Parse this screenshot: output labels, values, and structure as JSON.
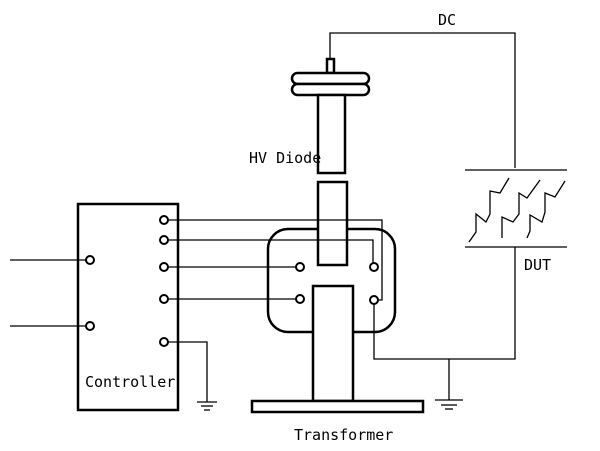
{
  "diagram": {
    "title": "",
    "labels": {
      "dc": "DC",
      "hv_diode": "HV Diode",
      "dut": "DUT",
      "controller": "Controller",
      "transformer": "Transformer"
    },
    "components": [
      {
        "id": "controller",
        "label": "Controller",
        "inputs": 2,
        "outputs": 5
      },
      {
        "id": "transformer",
        "label": "Transformer",
        "terminals": 4
      },
      {
        "id": "hv-diode",
        "label": "HV Diode"
      },
      {
        "id": "dut",
        "label": "DUT",
        "type": "varistor-stack"
      },
      {
        "id": "ground-controller",
        "type": "ground"
      },
      {
        "id": "ground-dut",
        "type": "ground"
      }
    ],
    "connections": [
      {
        "from": "hv-diode",
        "to": "dut",
        "label": "DC"
      },
      {
        "from": "controller.out1",
        "to": "transformer.right-bottom"
      },
      {
        "from": "controller.out2",
        "to": "transformer.right-top"
      },
      {
        "from": "controller.out3",
        "to": "transformer.left-top"
      },
      {
        "from": "controller.out4",
        "to": "transformer.left-bottom"
      },
      {
        "from": "controller.out5",
        "to": "ground-controller"
      },
      {
        "from": "transformer.right-bottom",
        "to": "dut"
      },
      {
        "from": "dut",
        "to": "ground-dut"
      }
    ]
  }
}
